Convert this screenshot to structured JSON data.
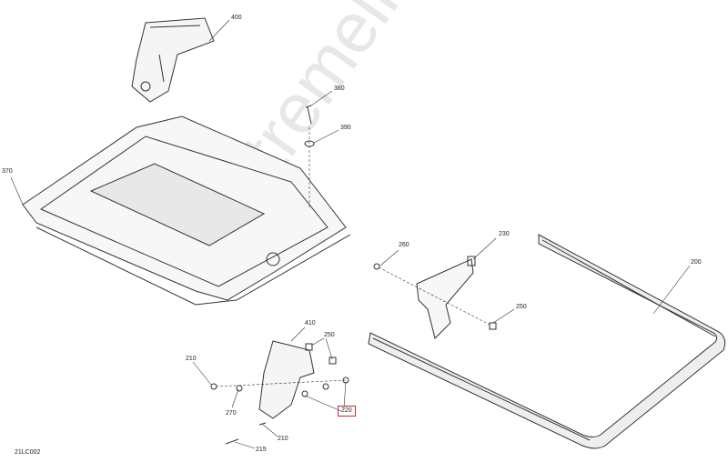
{
  "diagram_code": "21LC002",
  "watermark": "extremelife.ru",
  "highlight_color": "#d0262b",
  "callouts": {
    "c400": "400",
    "c380": "380",
    "c390": "390",
    "c370": "370",
    "c260": "260",
    "c230": "230",
    "c200": "200",
    "c250a": "250",
    "c410": "410",
    "c250b": "250",
    "c210a": "210",
    "c270": "270",
    "c220": "220",
    "c210b": "210",
    "c215": "215"
  },
  "highlighted_part": "220"
}
